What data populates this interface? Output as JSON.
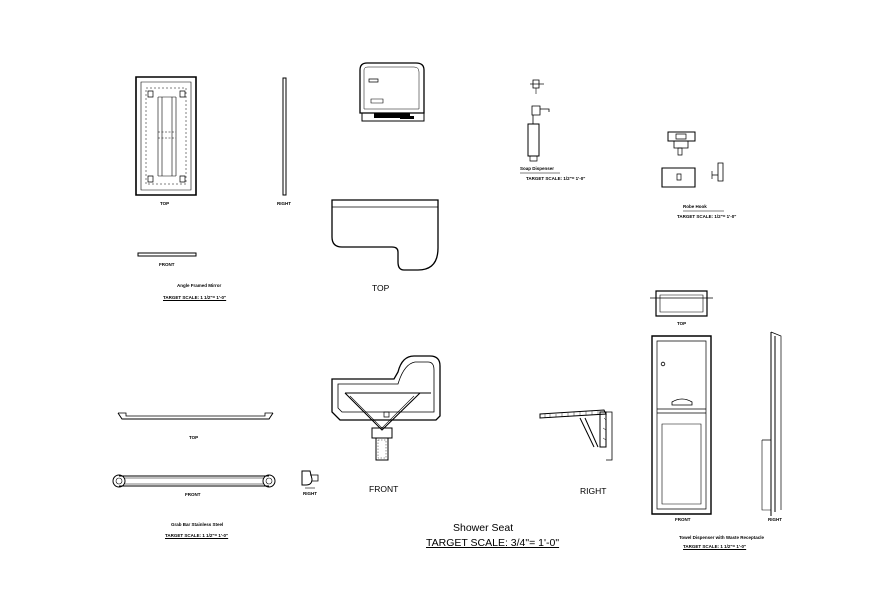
{
  "mirror": {
    "top": "TOP",
    "right": "RIGHT",
    "front": "FRONT",
    "title": "Angle Framed Mirror",
    "scale": "TARGET SCALE: 1 1/2\"= 1'-0\""
  },
  "dryer": {
    "top": "TOP"
  },
  "soap_dispenser": {
    "caption": "Soap Dispenser",
    "scale": "TARGET SCALE: 1/2\"= 1'-0\""
  },
  "hook": {
    "caption": "Robe Hook",
    "scale": "TARGET SCALE: 1/2\"= 1'-0\""
  },
  "grab_bar": {
    "top": "TOP",
    "front": "FRONT",
    "right": "RIGHT",
    "title": "Grab Bar Stainless Steel",
    "scale": "TARGET SCALE: 1 1/2\"= 1'-0\""
  },
  "shower_seat": {
    "front": "FRONT",
    "right": "RIGHT",
    "title": "Shower Seat",
    "scale": "TARGET SCALE: 3/4\"= 1'-0\""
  },
  "towel_dispenser": {
    "top": "TOP",
    "front": "FRONT",
    "right": "RIGHT",
    "title": "Towel Dispenser with Waste Receptacle",
    "scale": "TARGET SCALE: 1 1/2\"= 1'-0\""
  }
}
